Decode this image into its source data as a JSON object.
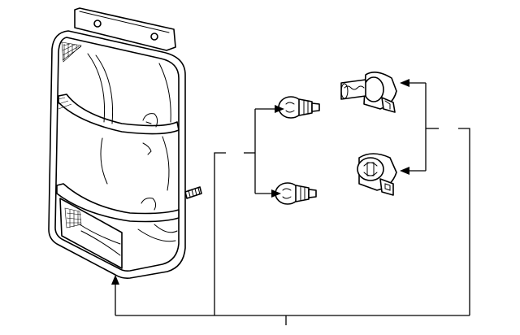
{
  "diagram": {
    "parts": [
      {
        "id": "tail-lamp-assembly",
        "icon": "tail-lamp-icon"
      },
      {
        "id": "bulb-upper",
        "icon": "wedge-bulb-icon"
      },
      {
        "id": "bulb-lower",
        "icon": "wedge-bulb-icon"
      },
      {
        "id": "socket-upper",
        "icon": "bulb-socket-icon"
      },
      {
        "id": "socket-lower",
        "icon": "bulb-socket-icon"
      }
    ],
    "callouts": []
  }
}
